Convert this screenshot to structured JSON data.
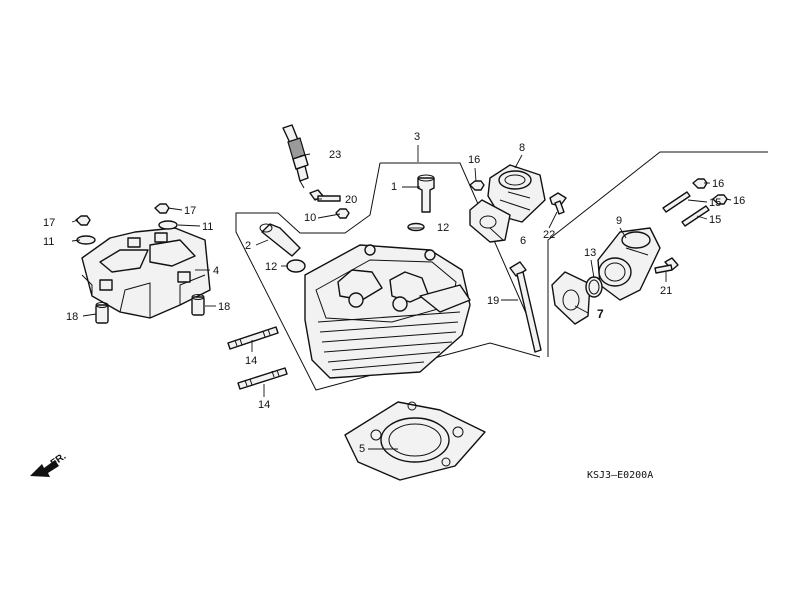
{
  "diagram": {
    "callouts": {
      "c1": "1",
      "c2": "2",
      "c3": "3",
      "c4": "4",
      "c5": "5",
      "c6": "6",
      "c7": "7",
      "c8": "8",
      "c9": "9",
      "c10": "10",
      "c11a": "11",
      "c11b": "11",
      "c12a": "12",
      "c12b": "12",
      "c13": "13",
      "c14a": "14",
      "c14b": "14",
      "c15a": "15",
      "c15b": "15",
      "c16a": "16",
      "c16b": "16",
      "c16c": "16",
      "c17a": "17",
      "c17b": "17",
      "c18a": "18",
      "c18b": "18",
      "c19": "19",
      "c20": "20",
      "c21": "21",
      "c22": "22",
      "c23": "23"
    },
    "direction_label": "FR.",
    "diagram_code": "KSJ3—E0200A"
  }
}
